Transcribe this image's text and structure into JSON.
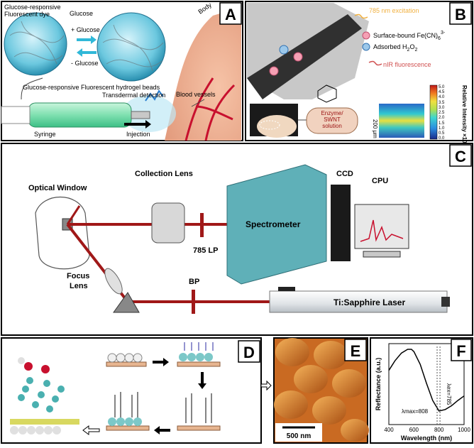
{
  "panels": {
    "A": {
      "letter": "A",
      "dye_label_line1": "Glucose-responsive",
      "dye_label_line2": "Fluorescent dye",
      "glucose_label": "Glucose",
      "plus_glucose": "+ Glucose",
      "minus_glucose": "- Glucose",
      "body_label": "Body",
      "beads_label": "Glucose-responsive Fluorescent hydrogel beads",
      "transdermal_label": "Transdermal detection",
      "vessels_label": "Blood vessels",
      "syringe_label": "Syringe",
      "injection_label": "Injection"
    },
    "B": {
      "letter": "B",
      "excitation_label": "785 nm excitation",
      "legend_surface_pre": "Surface-bound Fe(CN)",
      "legend_surface_sub": "6",
      "legend_surface_sup": "3-",
      "legend_adsorbed_pre": "Adsorbed H",
      "legend_adsorbed_sub1": "2",
      "legend_adsorbed_mid": "O",
      "legend_adsorbed_sub2": "2",
      "nir_label": "nIR fluorescence",
      "tube_label_line1": "Enzyme/",
      "tube_label_line2": "SWNT",
      "tube_label_line3": "solution",
      "scale_label": "200 μm",
      "colorbar_title": "Relative Intensity ×10",
      "colorbar_title_sup": "5",
      "colorbar_ticks": [
        "5.0",
        "4.5",
        "4.0",
        "3.5",
        "3.0",
        "2.5",
        "2.0",
        "1.5",
        "1.0",
        "0.5",
        "0.0"
      ],
      "colors": {
        "surface_bound": "#f5a0b4",
        "adsorbed": "#9cc8ea",
        "excitation": "#f0b040",
        "nir": "#d05050"
      }
    },
    "C": {
      "letter": "C",
      "optical_window": "Optical Window",
      "collection_lens": "Collection Lens",
      "ccd": "CCD",
      "cpu": "CPU",
      "lp_filter": "785 LP",
      "spectrometer": "Spectrometer",
      "focus_lens_line1": "Focus",
      "focus_lens_line2": "Lens",
      "bp_filter": "BP",
      "laser": "Ti:Sapphire Laser",
      "colors": {
        "beam": "#a01818",
        "spectrometer": "#5fb0b8"
      }
    },
    "D": {
      "letter": "D"
    },
    "E": {
      "letter": "E",
      "scale_bar": "500 nm"
    },
    "F": {
      "letter": "F",
      "xlabel": "Wavelength (nm)",
      "ylabel": "Reflectance (a.u.)",
      "x_ticks": [
        "400",
        "600",
        "800",
        "1000"
      ],
      "lambda_ex_label": "λex=785",
      "lambda_max_label": "λmax=808"
    }
  },
  "chart_data": {
    "type": "line",
    "xlabel": "Wavelength (nm)",
    "ylabel": "Reflectance (a.u.)",
    "xlim": [
      400,
      1000
    ],
    "series": [
      {
        "x": [
          400,
          450,
          500,
          550,
          580,
          600,
          650,
          700,
          750,
          800,
          850,
          900,
          950,
          1000
        ],
        "values": [
          0.72,
          0.85,
          0.95,
          1.0,
          1.0,
          0.97,
          0.8,
          0.55,
          0.32,
          0.18,
          0.2,
          0.25,
          0.32,
          0.38
        ]
      }
    ],
    "markers": [
      785,
      808
    ]
  }
}
